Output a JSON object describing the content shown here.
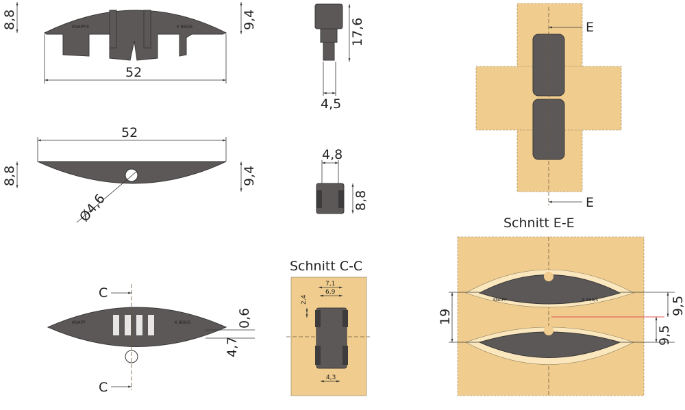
{
  "views": {
    "top_view": {
      "width": "52",
      "height_left": "8,8",
      "height_right": "9,4",
      "brand": "KNAPP®",
      "model": "K 860/S"
    },
    "side_view_top": {
      "height": "17,6",
      "width": "4,5"
    },
    "bottom_view": {
      "width": "52",
      "height_left": "8,8",
      "height_right": "9,4",
      "hole_diameter": "Ø4,6"
    },
    "side_view_small": {
      "width": "4,8",
      "height": "8,8"
    },
    "front_view": {
      "section_mark_top": "C",
      "section_mark_bottom": "C",
      "dim_a": "0,6",
      "dim_b": "4,7",
      "brand": "KNAPP",
      "model": "K 860/S"
    },
    "assembly_view": {
      "section_mark_top": "E",
      "section_mark_bottom": "E"
    }
  },
  "section_cc": {
    "title": "Schnitt C-C",
    "dim_top_outer": "7,1",
    "dim_top_inner": "6,9",
    "dim_side": "2,4",
    "dim_bottom": "4,3"
  },
  "section_ee": {
    "title": "Schnitt E-E",
    "dim_total": "19",
    "dim_upper": "9,5",
    "dim_lower": "9,5",
    "brand": "KNAPP",
    "model": "K 860/S"
  },
  "colors": {
    "wood": "#f0cd8e",
    "part": "#5b5857",
    "highlight": "#e05050"
  }
}
